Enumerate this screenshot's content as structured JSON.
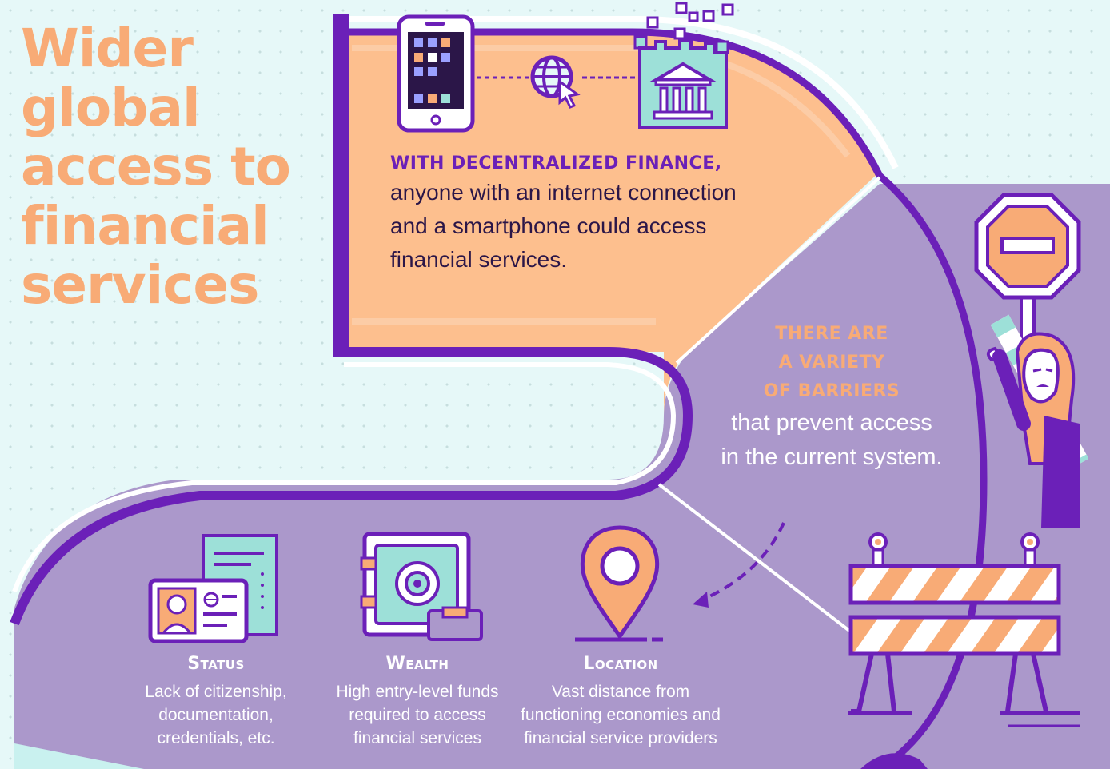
{
  "title": {
    "lines": [
      "Wider",
      "global",
      "access to",
      "financial",
      "services"
    ]
  },
  "defi": {
    "heading": "WITH DECENTRALIZED FINANCE,",
    "lines": [
      "anyone with an internet connection",
      "and a smartphone could access",
      "financial services."
    ]
  },
  "barriers": {
    "heading_lines": [
      "THERE ARE",
      "A VARIETY",
      "OF BARRIERS"
    ],
    "body_lines": [
      "that prevent access",
      "in the current system."
    ]
  },
  "categories": [
    {
      "title": "Status",
      "lines": [
        "Lack of citizenship,",
        "documentation,",
        "credentials, etc."
      ]
    },
    {
      "title": "Wealth",
      "lines": [
        "High entry-level funds",
        "required to access",
        "financial services"
      ]
    },
    {
      "title": "Location",
      "lines": [
        "Vast distance from",
        "functioning economies and",
        "financial service providers"
      ]
    }
  ],
  "icons": [
    "smartphone-icon",
    "globe-cursor-icon",
    "bank-building-icon",
    "stop-sign-icon",
    "worried-person-illustration",
    "road-barricade-icon",
    "id-card-icon",
    "safe-icon",
    "location-pin-icon"
  ],
  "colors": {
    "background": "#e6f8f8",
    "orange": "#fdbf8e",
    "orange_text": "#f8ab76",
    "purple_dark": "#6b20b8",
    "purple_light": "#ab98cb",
    "navy_text": "#2b1648"
  }
}
